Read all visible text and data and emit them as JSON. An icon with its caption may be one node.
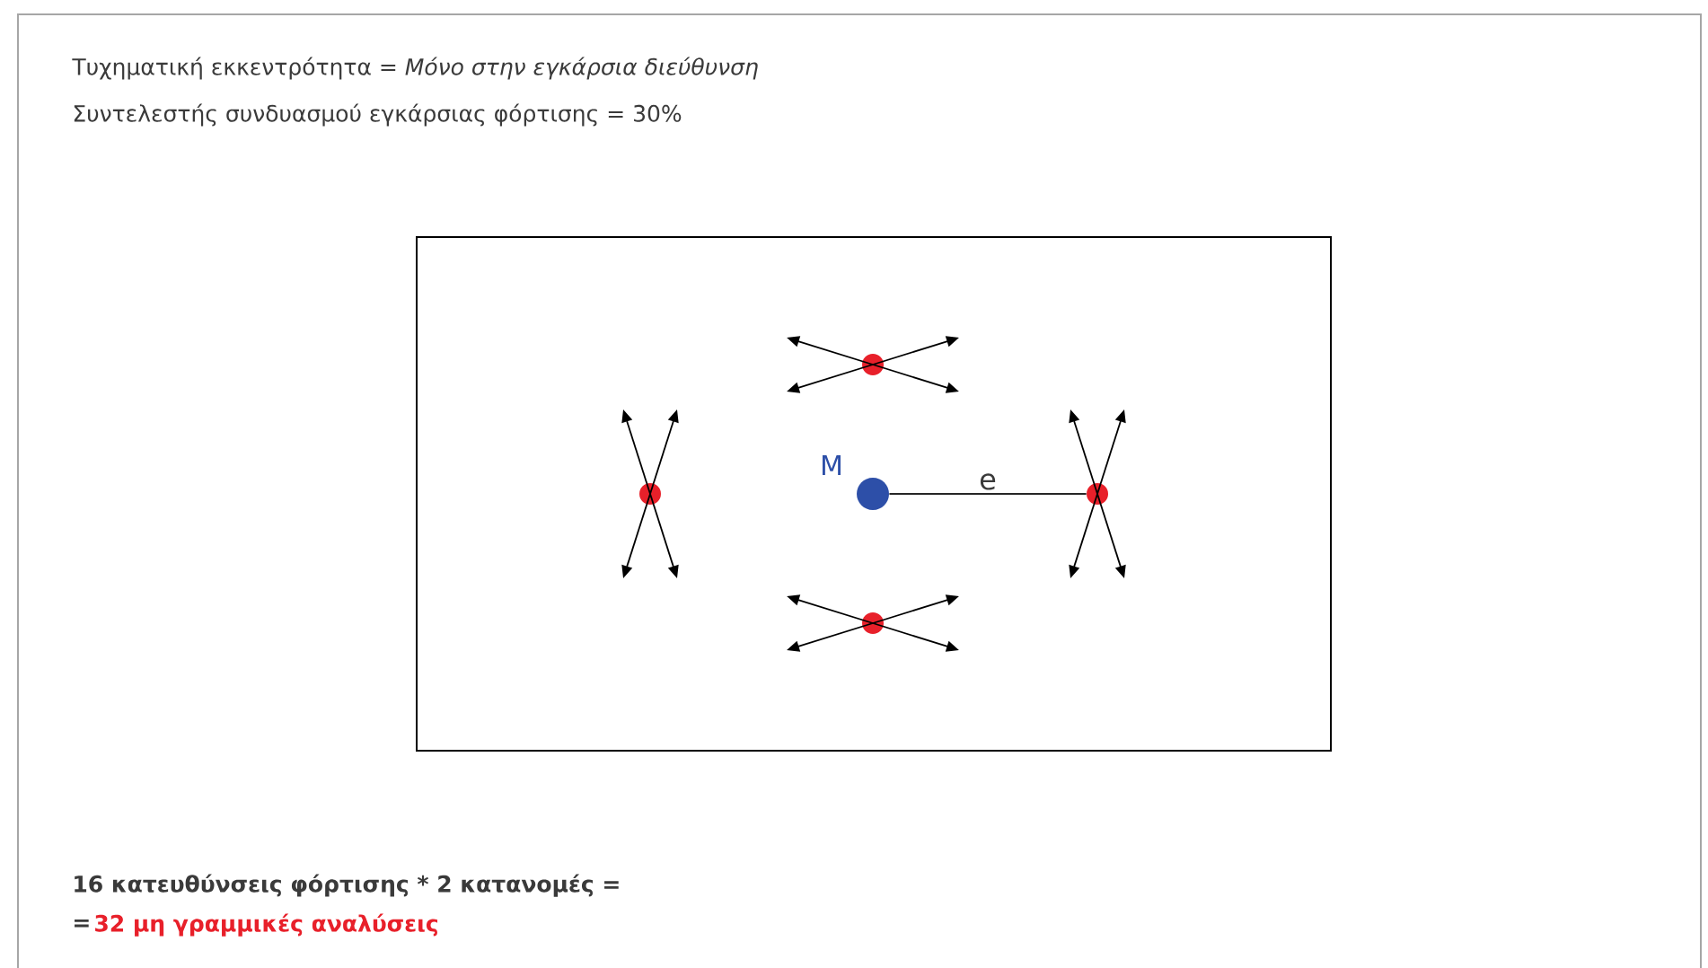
{
  "diagram": {
    "nodes": [
      {
        "text": [],
        "shape": "box"
      },
      {
        "text": [],
        "shape": "circle",
        "in": 0,
        "beside": [
          "M"
        ]
      },
      {
        "text": [],
        "shape": "circle",
        "in": 0
      },
      {
        "text": [],
        "shape": "circle",
        "in": 0
      },
      {
        "text": [],
        "shape": "circle",
        "in": 0
      },
      {
        "text": [],
        "shape": "circle",
        "in": 0
      }
    ],
    "edges": [
      {
        "from": 1,
        "to": 5,
        "arrow": "none",
        "label": "e"
      }
    ],
    "labels": [
      "Τυχηματική εκκεντρότητα = *Μόνο στην εγκάρσια διεύθυνση*",
      "Συντελεστής συνδυασμού εγκάρσιας φόρτισης = 30%",
      "16 κατευθύνσεις φόρτισης * 2 κατανομές =",
      "=",
      "32 μη γραμμικές αναλύσεις"
    ]
  }
}
